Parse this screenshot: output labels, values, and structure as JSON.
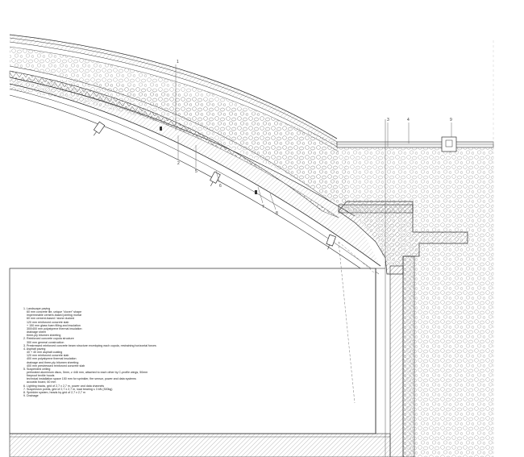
{
  "callouts": [
    "1",
    "2",
    "3",
    "4",
    "5",
    "6",
    "7",
    "8",
    "9"
  ],
  "legend": [
    {
      "title": "1. Landscape paving",
      "lines": [
        "60 mm concrete tile, unique \"clover\" shape",
        "impermeable cement-based jointing mortar",
        "60 mm cement-based / stone ducked",
        "120 mm reinforced concrete slab",
        "+ 150 mm glass foam filling and insulation",
        "300/400 mm polystyrene thermal insulation",
        "drainage sheet",
        "three-ply bitumen sheeting"
      ]
    },
    {
      "title": "2. Reinforced concrete cupola structure",
      "lines": [
        "300 mm general construction"
      ]
    },
    {
      "title": "3. Prestressed reinforced concrete beam structure enveloping each cupola, restraining horizontal forces",
      "lines": []
    },
    {
      "title": "4. Asphalt paving",
      "lines": [
        "40 + 40 mm asphalt coating",
        "120 mm reinforced concrete slab",
        "400 mm polystyrene thermal insulation",
        "drainage and three-ply bitumen sheeting",
        "400 mm prestressed reinforced concrete slab"
      ]
    },
    {
      "title": "5. Suspended ceiling",
      "lines": [
        "perforated aluminium discs, 5mm, ≥ 446 mm, attached to each other by C-profile wings, 50mm",
        "fireproof textile hoods",
        "technical installation space 150 mm for sprinkler, fire sensor, power and data systems",
        "acoustic board, 60 mm"
      ]
    },
    {
      "title": "6. Lighting tracks, grid of 2,7 x 2,7 m, power and data channels",
      "lines": []
    },
    {
      "title": "7. Suspension points, grid of 2,7 x 2,7 m, load bearing ≤ 3 kN (300kg)",
      "lines": []
    },
    {
      "title": "8. Sprinkler system, heads by grid of 2,7 x 2,7 m",
      "lines": []
    },
    {
      "title": "9. Drainage",
      "lines": []
    }
  ]
}
